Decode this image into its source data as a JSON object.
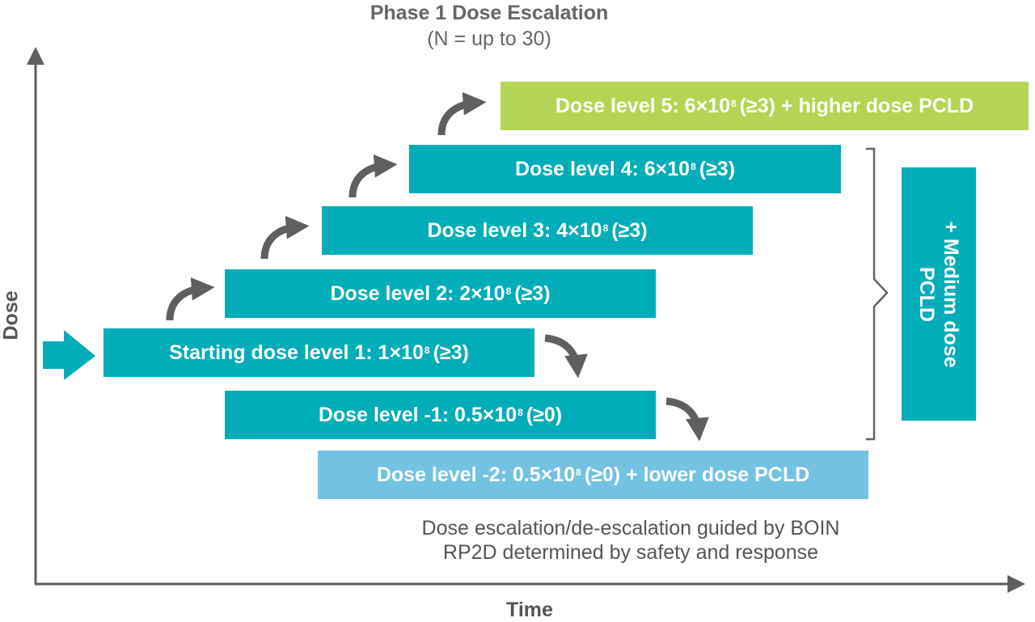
{
  "title": "Phase 1 Dose Escalation",
  "subtitle": "(N = up to 30)",
  "y_axis_label": "Dose",
  "x_axis_label": "Time",
  "levels": [
    {
      "prefix": "Dose level 5: 6×10",
      "exp": "8",
      "suffix": "(≥3) + higher dose PCLD",
      "color": "#b4d553"
    },
    {
      "prefix": "Dose level 4: 6×10",
      "exp": "8",
      "suffix": "(≥3)",
      "color": "#00adb8"
    },
    {
      "prefix": "Dose level 3: 4×10",
      "exp": "8",
      "suffix": "(≥3)",
      "color": "#00adb8"
    },
    {
      "prefix": "Dose level 2: 2×10",
      "exp": "8",
      "suffix": "(≥3)",
      "color": "#00adb8"
    },
    {
      "prefix": "Starting dose level 1: 1×10",
      "exp": "8",
      "suffix": "(≥3)",
      "color": "#00adb8"
    },
    {
      "prefix": "Dose level -1: 0.5×10",
      "exp": "8",
      "suffix": "(≥0)",
      "color": "#00adb8"
    },
    {
      "prefix": "Dose level -2: 0.5×10",
      "exp": "8",
      "suffix": "(≥0) + lower dose PCLD",
      "color": "#74c2e1"
    }
  ],
  "side_box": {
    "line1": "+ Medium dose",
    "line2": "PCLD"
  },
  "notes": {
    "line1": "Dose escalation/de-escalation guided by BOIN",
    "line2": "RP2D determined by safety and response"
  },
  "colors": {
    "teal": "#00adb8",
    "green": "#b4d553",
    "light_blue": "#74c2e1",
    "arrow_gray": "#5f5f5f",
    "axis_gray": "#5f5f5f"
  }
}
